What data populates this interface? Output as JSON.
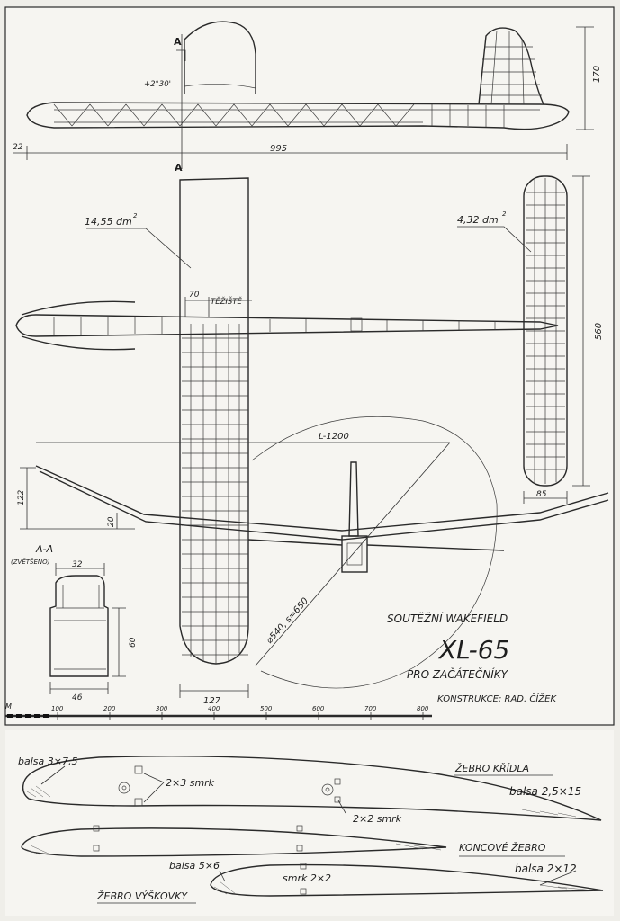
{
  "dims": {
    "length_total": "995",
    "nose_offset": "22",
    "tail_height": "170",
    "incidence": "+2°30'",
    "section_mark": "A",
    "wing_area": "14,55 dm",
    "stab_area": "4,32 dm",
    "cg_offset": "70",
    "cg_label": "TĚŽIŠTĚ",
    "stab_span": "560",
    "stab_chord": "85",
    "wing_span": "L-1200",
    "dihedral_height": "122",
    "dihedral_inner": "20",
    "prop": "⌀540, s=650",
    "wing_chord": "127",
    "section_title": "A-A",
    "section_scale": "(ZVĚTŠENO)",
    "section_width": "32",
    "section_height": "60",
    "section_bottom": "46"
  },
  "title": {
    "category": "SOUTĚŽNÍ WAKEFIELD",
    "model": "XL-65",
    "subtitle": "PRO ZAČÁTEČNÍKY",
    "designer": "KONSTRUKCE: RAD. ČÍŽEK"
  },
  "scale": {
    "unit": "M",
    "ticks": [
      "100",
      "200",
      "300",
      "400",
      "500",
      "600",
      "700",
      "800"
    ]
  },
  "ribs": {
    "wing_label": "ŽEBRO KŘÍDLA",
    "tip_label": "KONCOVÉ ŽEBRO",
    "stab_label": "ŽEBRO VÝŠKOVKY",
    "balsa_le": "balsa 3×7,5",
    "spar_main": "2×3 smrk",
    "spar_rear": "2×2 smrk",
    "balsa_te": "balsa 2,5×15",
    "balsa_stab_le": "balsa 5×6",
    "stab_spar": "smrk 2×2",
    "balsa_stab_te": "balsa 2×12"
  }
}
